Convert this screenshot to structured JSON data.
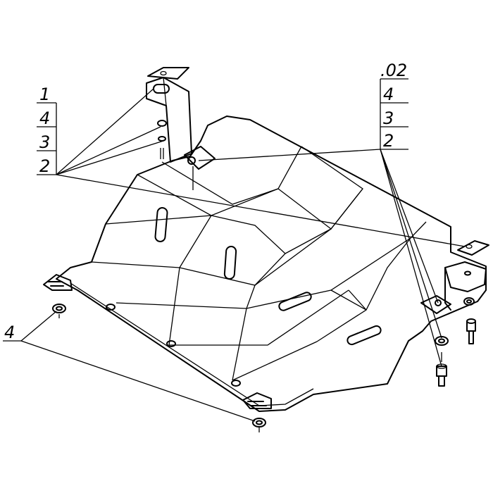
{
  "callouts": {
    "left_group": [
      "1",
      "4",
      "3",
      "2"
    ],
    "right_group": [
      ".02",
      "4",
      "3",
      "2"
    ],
    "bottom_left": "4"
  }
}
